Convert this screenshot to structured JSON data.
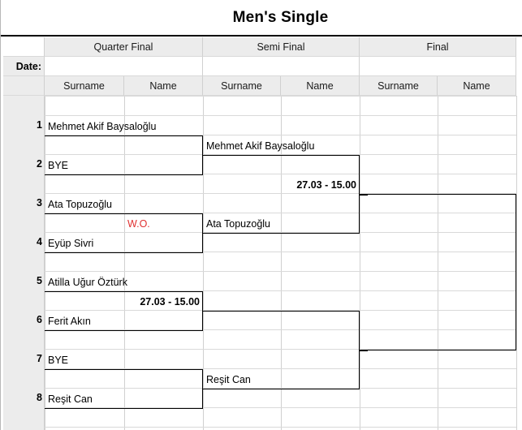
{
  "title": "Men's Single",
  "rounds": [
    {
      "label": "Quarter Final"
    },
    {
      "label": "Semi Final"
    },
    {
      "label": "Final"
    }
  ],
  "date_label": "Date:",
  "sub_headers": [
    "Surname",
    "Name",
    "Surname",
    "Name",
    "Surname",
    "Name"
  ],
  "seeds": [
    "1",
    "2",
    "3",
    "4",
    "5",
    "6",
    "7",
    "8"
  ],
  "quarter_final": {
    "entrants": [
      "Mehmet Akif Baysaloğlu",
      "BYE",
      "Ata Topuzoğlu",
      "Eyüp Sivri",
      "Atilla Uğur Öztürk",
      "Ferit Akın",
      "BYE",
      "Reşit Can"
    ],
    "match_notes": [
      {
        "match": 2,
        "text": "W.O.",
        "color": "#e03030"
      },
      {
        "match": 3,
        "text": "27.03 - 15.00",
        "color": "#000000"
      }
    ]
  },
  "semi_final": {
    "winners": [
      "Mehmet Akif Baysaloğlu",
      "Ata Topuzoğlu",
      "",
      "Reşit Can"
    ],
    "match_notes": [
      {
        "match": 1,
        "text": "27.03 - 15.00",
        "color": "#000000"
      }
    ]
  },
  "final": {
    "winners": [
      "",
      ""
    ],
    "champion": ""
  },
  "colors": {
    "header_fill": "#ececec",
    "grid_line": "#d6d6d6",
    "bracket_line": "#000000",
    "walkover_text": "#e03030",
    "page_background": "#ffffff"
  }
}
